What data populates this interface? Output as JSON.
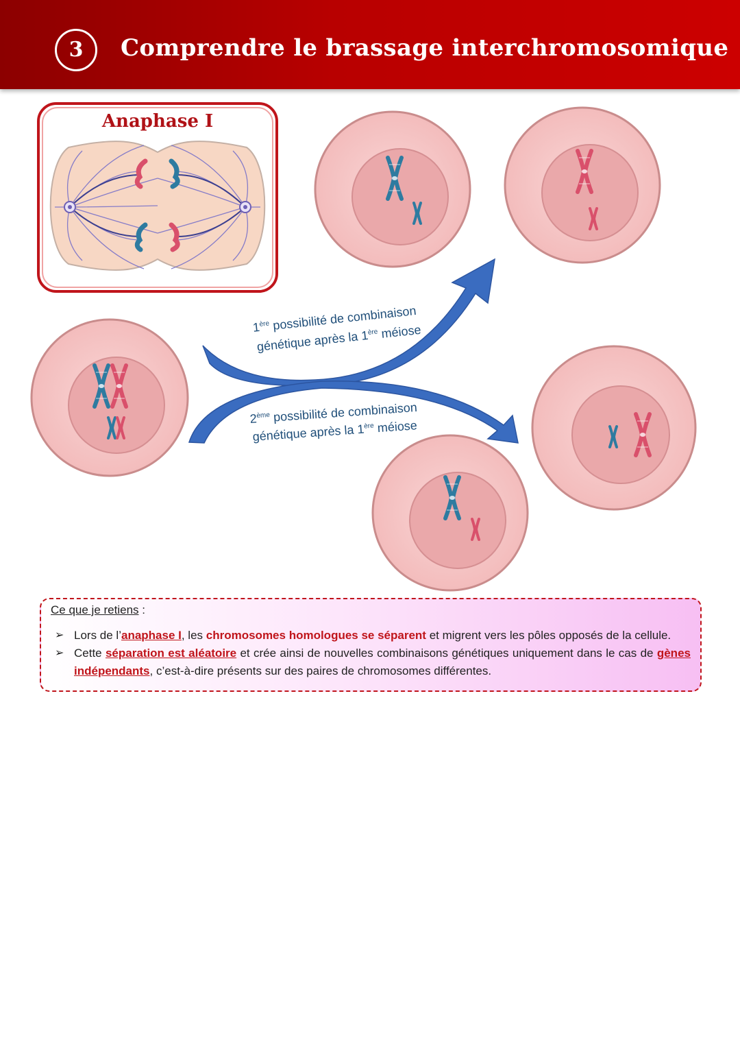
{
  "header": {
    "number": "3",
    "title": "Comprendre le brassage interchromosomique"
  },
  "anaphase": {
    "title": "Anaphase I"
  },
  "arrows": {
    "first": {
      "ordinal_num": "1",
      "ordinal_sup": "ère",
      "text_a": "possibilité de combinaison",
      "text_b": "génétique après la ",
      "meiose_num": "1",
      "meiose_sup": "ère",
      "meiose_word": " méiose"
    },
    "second": {
      "ordinal_num": "2",
      "ordinal_sup": "ème",
      "text_a": "possibilité de combinaison",
      "text_b": "génétique après la ",
      "meiose_num": "1",
      "meiose_sup": "ère",
      "meiose_word": " méiose"
    }
  },
  "memo": {
    "title": "Ce que je retiens",
    "colon": " :",
    "bullet_glyph": "➢",
    "item1": {
      "p1": "Lors de l’",
      "k1": "anaphase I",
      "p2": ", les ",
      "k2": "chromosomes homologues se séparent",
      "p3": " et migrent vers les pôles opposés de la cellule."
    },
    "item2": {
      "p1": "Cette ",
      "k1": "séparation est aléatoire",
      "p2": " et crée ainsi de nouvelles combinaisons génétiques uniquement dans le cas de ",
      "k2": "gènes indépendants",
      "p3": ", c’est-à-dire présents sur des paires de chromosomes différentes."
    }
  },
  "colors": {
    "banner": "#b80000",
    "blue_chromosome": "#2e7ba0",
    "red_chromosome": "#d9506b",
    "cell": "#f7c9c9",
    "nucleus": "#eaa8aa",
    "arrow": "#3a6cc0"
  }
}
